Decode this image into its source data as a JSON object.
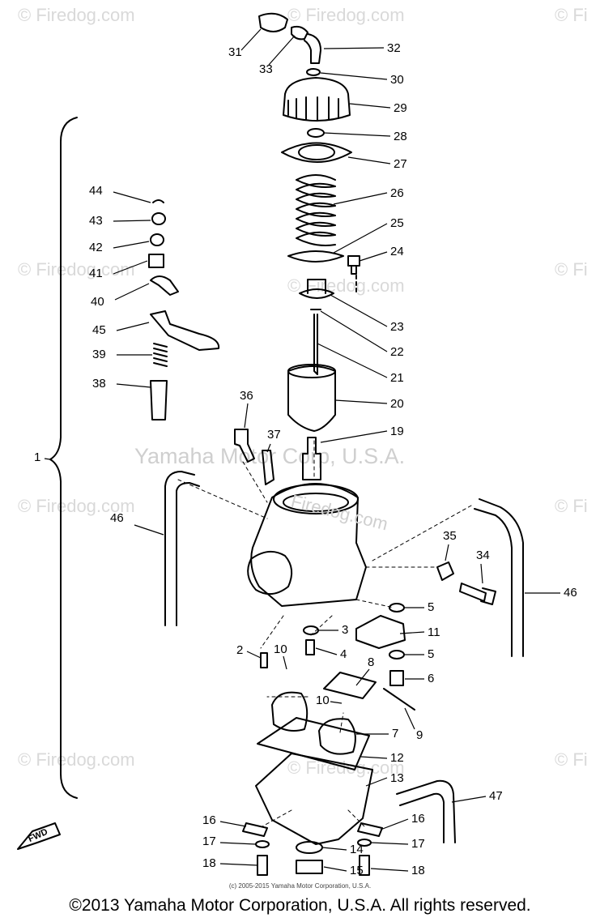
{
  "watermarks": {
    "firedog": "© Firedog.com",
    "firedog_short": "© Fi",
    "yamaha": "Yamaha Motor Corp, U.S.A.",
    "firedog_center": "Firedog.com"
  },
  "diagram": {
    "labels": [
      "1",
      "2",
      "3",
      "4",
      "5",
      "5",
      "6",
      "7",
      "8",
      "9",
      "10",
      "10",
      "11",
      "12",
      "13",
      "14",
      "15",
      "16",
      "16",
      "17",
      "17",
      "18",
      "18",
      "19",
      "20",
      "21",
      "22",
      "23",
      "24",
      "25",
      "26",
      "27",
      "28",
      "29",
      "30",
      "31",
      "32",
      "33",
      "34",
      "35",
      "36",
      "37",
      "38",
      "39",
      "40",
      "41",
      "42",
      "43",
      "44",
      "45",
      "46",
      "46",
      "47"
    ],
    "fwd_label": "FWD"
  },
  "footer": {
    "text": "©2013 Yamaha Motor Corporation, U.S.A. All rights reserved.",
    "small_print": "(c) 2005-2015 Yamaha Motor Corporation, U.S.A."
  }
}
